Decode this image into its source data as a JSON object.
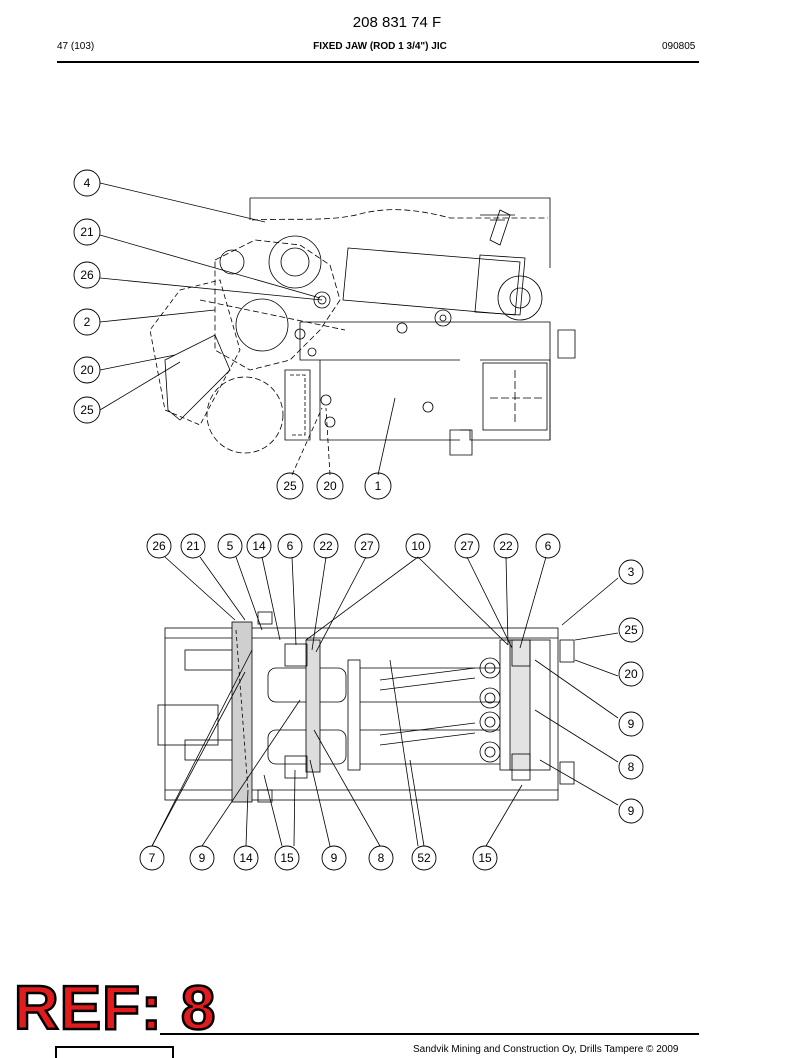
{
  "header": {
    "doc_number": "208 831 74 F",
    "page": "47 (103)",
    "title": "FIXED JAW (ROD 1 3/4\") JIC",
    "date_code": "090805"
  },
  "side_view": {
    "callouts": {
      "c4": "4",
      "c21": "21",
      "c26": "26",
      "c2": "2",
      "c20": "20",
      "c25": "25",
      "b25": "25",
      "b20": "20",
      "b1": "1"
    }
  },
  "top_view": {
    "callouts": {
      "t26": "26",
      "t21": "21",
      "t5": "5",
      "t14": "14",
      "t6": "6",
      "t22": "22",
      "t27": "27",
      "t10": "10",
      "t27b": "27",
      "t22b": "22",
      "t6b": "6",
      "r3": "3",
      "r25": "25",
      "r20": "20",
      "r9": "9",
      "r8": "8",
      "r9b": "9",
      "b7": "7",
      "b9": "9",
      "b14": "14",
      "b15": "15",
      "b9b": "9",
      "b8": "8",
      "b52": "52",
      "b15b": "15"
    }
  },
  "footer": {
    "copyright": "Sandvik Mining and Construction Oy, Drills Tampere © 2009",
    "ref_stamp": "REF: 8"
  }
}
